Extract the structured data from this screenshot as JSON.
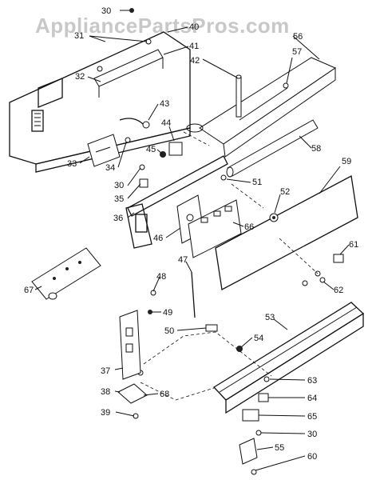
{
  "watermark": "AppliancePartsPros.com",
  "callouts": [
    "30",
    "31",
    "32",
    "33",
    "34",
    "35",
    "36",
    "37",
    "38",
    "39",
    "40",
    "41",
    "42",
    "43",
    "44",
    "45",
    "46",
    "47",
    "48",
    "49",
    "50",
    "51",
    "52",
    "53",
    "54",
    "55",
    "56",
    "57",
    "58",
    "59",
    "60",
    "61",
    "62",
    "63",
    "64",
    "65",
    "66",
    "67",
    "68"
  ]
}
